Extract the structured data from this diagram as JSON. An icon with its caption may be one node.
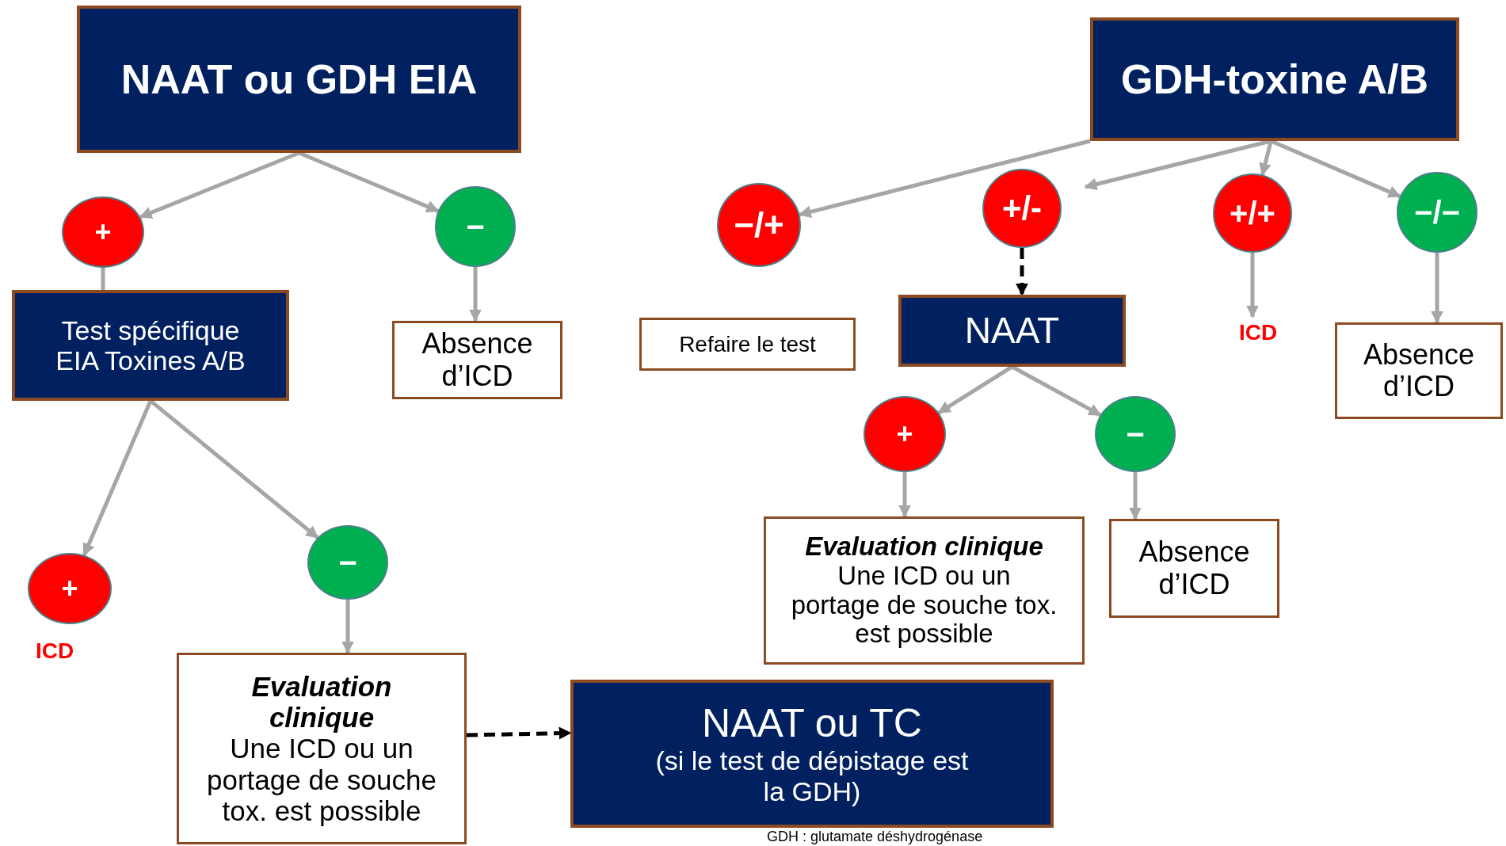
{
  "diagram": {
    "nodes": [
      {
        "text": [
          "NAAT ou GDH EIA"
        ]
      },
      {
        "text": [
          "GDH-toxine A/B"
        ]
      },
      {
        "text": [
          "+"
        ]
      },
      {
        "text": [
          "−"
        ]
      },
      {
        "text": [
          "Test spécifique EIA Toxines A/B"
        ]
      },
      {
        "text": [
          "Absence d’ICD"
        ]
      },
      {
        "text": [
          "−/+"
        ]
      },
      {
        "text": [
          "+/-"
        ]
      },
      {
        "text": [
          "+/+"
        ]
      },
      {
        "text": [
          "−/−"
        ]
      },
      {
        "text": [
          "Refaire le test"
        ]
      },
      {
        "text": [
          "NAAT"
        ]
      },
      {
        "text": [
          "ICD"
        ]
      },
      {
        "text": [
          "Absence d’ICD"
        ]
      },
      {
        "text": [
          "+"
        ]
      },
      {
        "text": [
          "−"
        ]
      },
      {
        "text": [
          "Evaluation clinique",
          "Une ICD ou un portage de souche tox. est possible"
        ]
      },
      {
        "text": [
          "Absence d’ICD"
        ]
      },
      {
        "text": [
          "+"
        ],
        "beside": [
          "ICD"
        ]
      },
      {
        "text": [
          "−"
        ]
      },
      {
        "text": [
          "Evaluation clinique",
          "Une ICD ou un portage de souche tox. est possible"
        ]
      },
      {
        "text": [
          "NAAT ou TC",
          "(si le test de dépistage est la GDH)"
        ]
      }
    ],
    "edges": [
      {
        "from": 0,
        "to": 2,
        "arrow": "to"
      },
      {
        "from": 0,
        "to": 3,
        "arrow": "to"
      },
      {
        "from": 2,
        "to": 4,
        "arrow": "none"
      },
      {
        "from": 3,
        "to": 5,
        "arrow": "to"
      },
      {
        "from": 4,
        "to": 18,
        "arrow": "to"
      },
      {
        "from": 4,
        "to": 19,
        "arrow": "to"
      },
      {
        "from": 19,
        "to": 20,
        "arrow": "to"
      },
      {
        "from": 20,
        "to": 21,
        "arrow": "to",
        "style": "dashed",
        "color": "#000000"
      },
      {
        "from": 1,
        "to": 6,
        "arrow": "to"
      },
      {
        "from": 1,
        "to": 7,
        "arrow": "to"
      },
      {
        "from": 1,
        "to": 8,
        "arrow": "to"
      },
      {
        "from": 1,
        "to": 9,
        "arrow": "to"
      },
      {
        "from": 7,
        "to": 11,
        "arrow": "to",
        "style": "dashed",
        "color": "#000000"
      },
      {
        "from": 8,
        "to": 12,
        "arrow": "to"
      },
      {
        "from": 9,
        "to": 13,
        "arrow": "to"
      },
      {
        "from": 11,
        "to": 14,
        "arrow": "to"
      },
      {
        "from": 11,
        "to": 15,
        "arrow": "to"
      },
      {
        "from": 14,
        "to": 16,
        "arrow": "to"
      },
      {
        "from": 15,
        "to": 17,
        "arrow": "to"
      }
    ],
    "labels": [
      "GDH : glutamate déshydrogénase"
    ]
  }
}
